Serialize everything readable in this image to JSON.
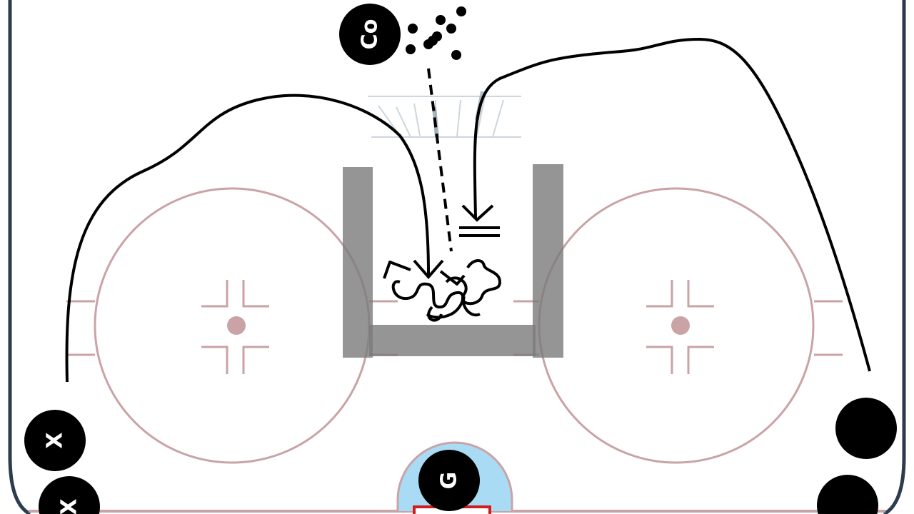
{
  "diagram": {
    "type": "hockey-drill",
    "colors": {
      "rink_lines": "#c9a3a6",
      "board": "#2c3c4f",
      "player_fill": "#000000",
      "player_text": "#ffffff",
      "obstacle": "#8f8f8f",
      "crease": "#a9dcf4",
      "net": "#d11c1c",
      "path": "#000000"
    },
    "players": {
      "coach": {
        "label": "Co"
      },
      "forward_left_1": {
        "label": "X"
      },
      "forward_left_2": {
        "label": "X"
      },
      "goalie": {
        "label": "G"
      },
      "forward_right_1": {
        "label": ""
      },
      "forward_right_2": {
        "label": ""
      }
    },
    "pucks": {
      "count": 9
    }
  }
}
